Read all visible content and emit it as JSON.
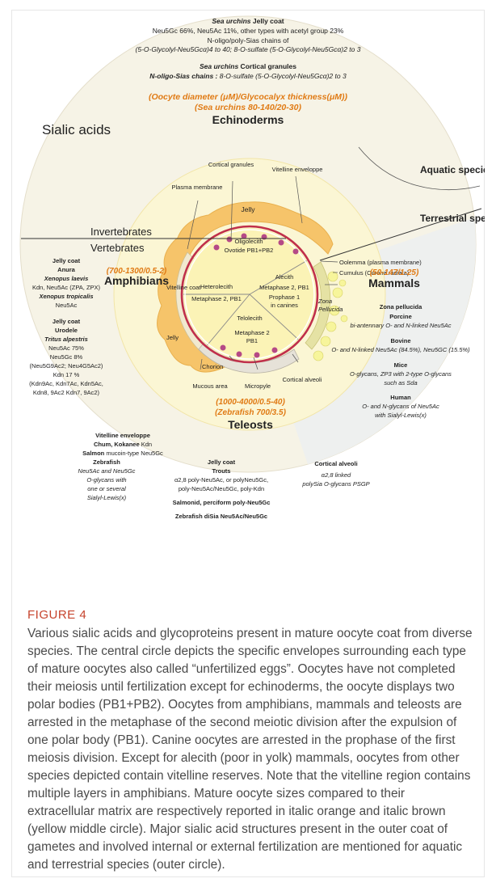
{
  "figure": {
    "header": {
      "l1_bold": "Sea urchins",
      "l1_rest": " Jelly coat",
      "l2": "Neu5Gc 66%, Neu5Ac 11%, other types with acetyl group 23%",
      "l3": "N-oligo/poly-Sias chains of",
      "l4": "(5-O-Glycolyl-Neu5Gcα)4 to 40; 8-O-sulfate (5-O-Glycolyl-Neu5Gcα)2 to 3",
      "l5_bold": "Sea urchins",
      "l5_rest": " Cortical granules",
      "l6_bold": "N-oligo-Sias chains :",
      "l6_rest": " 8-O-sulfate (5-O-Glycolyl-Neu5Gcα)2 to 3"
    },
    "sizes_header": "(Oocyte diameter (μM)/Glycocalyx thickness(μM))",
    "sea_urchins_size": "(Sea urchins 80-140/20-30)",
    "echinoderms": "Echinoderms",
    "sialic_acids": "Sialic acids",
    "aquatic": "Aquatic species",
    "terrestrial": "Terrestrial species",
    "invertebrates": "Invertebrates",
    "vertebrates": "Vertebrates",
    "amphibians_size": "(700-1300/0.5-2)",
    "amphibians": "Amphibians",
    "mammals_size": "(50-147/1-25)",
    "mammals": "Mammals",
    "teleosts_size": "(1000-4000/0.5-40)",
    "zebrafish_size": "(Zebrafish 700/3.5)",
    "teleosts": "Teleosts",
    "diagram": {
      "cortical_granules": "Cortical granules",
      "vitelline_envelope": "Vitelline enveloppe",
      "plasma_membrane": "Plasma membrane",
      "jelly_top": "Jelly",
      "oligolecith": "Oligolecith",
      "ovotide": "Ovotide PB1+PB2",
      "oolemma": "Oolemma (plasma membrane)",
      "cumulus": "Cumulus (Corona radiata)",
      "heterolecith": "Heterolecith",
      "metaphase_left": "Metaphase 2, PB1",
      "alecith": "Alecith",
      "metaphase_right": "Metaphase 2, PB1",
      "prophase": "Prophase 1",
      "in_canines": "in canines",
      "zona": "Zona",
      "pellucida": "Pellucida",
      "vitelline_coat": "Vitelline coat",
      "jelly_left": "Jelly",
      "telolecith": "Telolecith",
      "metaphase_bottom": "Metaphase 2",
      "pb1": "PB1",
      "chorion": "Chorion",
      "mucous": "Mucous area",
      "micropyle": "Micropyle",
      "cortical_alveoli": "Cortical alveoli"
    },
    "amph_text": {
      "jelly_coat": "Jelly coat",
      "anura": "Anura",
      "xenopus_laevis": "Xenopus laevis",
      "xl_detail": "Kdn, Neu5Ac (ZPA, ZPX)",
      "xenopus_tropicalis": "Xenopus tropicalis",
      "xt_detail": "Neu5Ac",
      "jelly_coat2": "Jelly coat",
      "urodele": "Urodele",
      "tritus": "Tritus alpestris",
      "t1": "Neu5Ac 75%",
      "t2": "Neu5Gc 8%",
      "t3": "(Neu5G9Ac2; Neu4G5Ac2)",
      "t4": "Kdn 17 %",
      "t5": "(Kdn9Ac, Kdn7Ac, Kdn5Ac,",
      "t6": "Kdn8, 9Ac2 Kdn7, 9Ac2)"
    },
    "mam_text": {
      "zp": "Zona pellucida",
      "porcine": "Porcine",
      "porcine_detail": "bi-antennary O- and N-linked Neu5Ac",
      "bovine": "Bovine",
      "bovine_detail": "O- and N-linked Neu5Ac (84.5%), Neu5GC (15.5%)",
      "mice": "Mice",
      "mice_d1": "O-glycans, ZP3 with 2-type O-glycans",
      "mice_d2": "such as Sda",
      "human": "Human",
      "human_d1": "O- and N-glycans of Neu5Ac",
      "human_d2": "with Sialyl-Lewis(x)"
    },
    "tel_text": {
      "ve": "Vitelline enveloppe",
      "chum": "Chum, Kokanee",
      "chum_d": " Kdn",
      "salmon": "Salmon",
      "salmon_d": " mucoin-type Neu5Gc",
      "zebrafish": "Zebrafish",
      "z1": "Neu5Ac and Neu5Gc",
      "z2": "O-glycans with",
      "z3": "one or several",
      "z4": "Sialyl-Lewis(x)",
      "jelly_coat": "Jelly coat",
      "trouts": "Trouts",
      "tr1": "α2,8 poly-Neu5Ac, or polyNeu5Gc,",
      "tr2": "poly-Neu5Ac/Neu5Gc, poly-Kdn",
      "salmonid": "Salmonid, perciform",
      "salmonid_d": " poly-Neu5Gc",
      "zebra2": "Zebrafish",
      "zebra2_d": " diSia Neu5Ac/Neu5Gc",
      "ca": "Cortical alveoli",
      "ca1": "α2,8  linked",
      "ca2": "polySia O-glycans PSGP"
    }
  },
  "caption": {
    "label": "FIGURE 4",
    "text": "Various sialic acids and glycoproteins present in mature oocyte coat from diverse species. The central circle depicts the specific envelopes surrounding each type of mature oocytes also called “unfertilized eggs”. Oocytes have not completed their meiosis until fertilization except for echinoderms, the oocyte displays two polar bodies (PB1+PB2). Oocytes from amphibians, mammals and teleosts are arrested in the metaphase of the second meiotic division after the expulsion of one polar body (PB1). Canine oocytes are arrested in the prophase of the first meiosis division. Except for alecith (poor in yolk) mammals, oocytes from other species depicted contain vitelline reserves. Note that the vitelline region contains multiple layers in amphibians. Mature oocyte sizes compared to their extracellular matrix are respectively reported in italic orange and italic brown (yellow middle circle). Major sialic acid structures present in the outer coat of gametes and involved internal or external fertilization are mentioned for aquatic and terrestrial species (outer circle)."
  },
  "colors": {
    "outer_circle": "#f6f3e6",
    "middle_circle": "#fbf6d4",
    "terrestrial_bg": "#eef0ef",
    "jelly": "#f6c46a",
    "inner_circle": "#fbf3b6",
    "membrane": "#c0304a",
    "size_orange": "#e07a14",
    "size_brown": "#8a5a1a",
    "caption_label": "#c6432c"
  }
}
